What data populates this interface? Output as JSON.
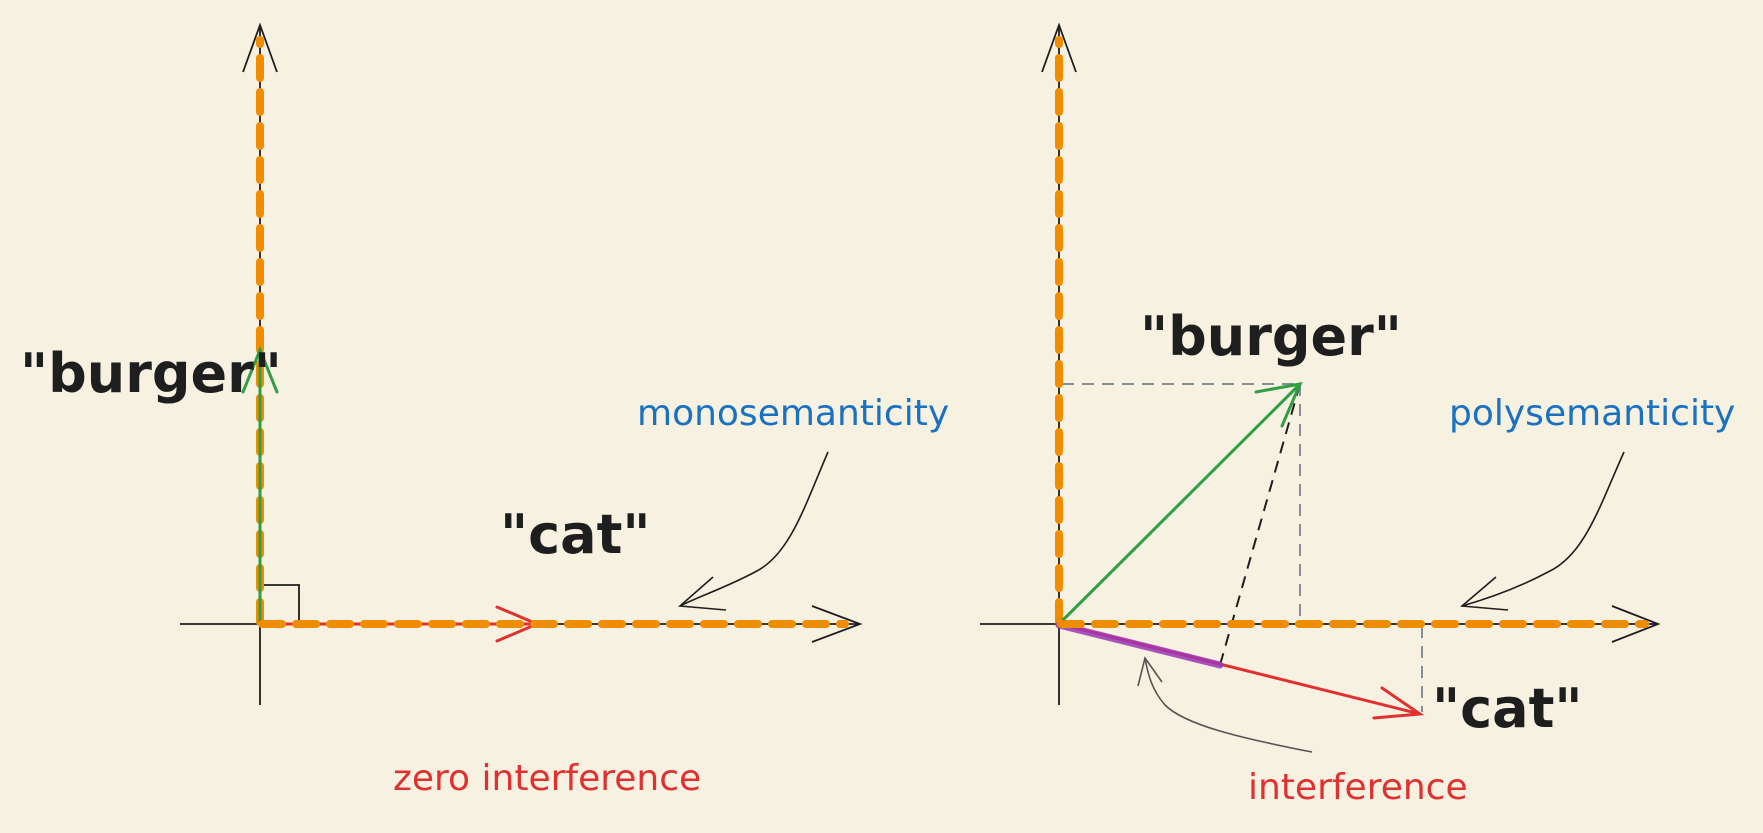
{
  "left_panel": {
    "burger_label": "\"burger\"",
    "cat_label": "\"cat\"",
    "annotation": "monosemanticity",
    "caption": "zero interference"
  },
  "right_panel": {
    "burger_label": "\"burger\"",
    "cat_label": "\"cat\"",
    "annotation": "polysemanticity",
    "caption": "interference"
  },
  "colors": {
    "background": "#f6f1e1",
    "axis": "#1e1e1e",
    "neuron_dashed": "#f08c00",
    "burger_vector": "#2f9e44",
    "cat_vector": "#e03131",
    "interference_segment": "#9c36b5",
    "annotation_text": "#1971c2",
    "caption_text": "#e03131",
    "projection_guide": "#868e96"
  }
}
